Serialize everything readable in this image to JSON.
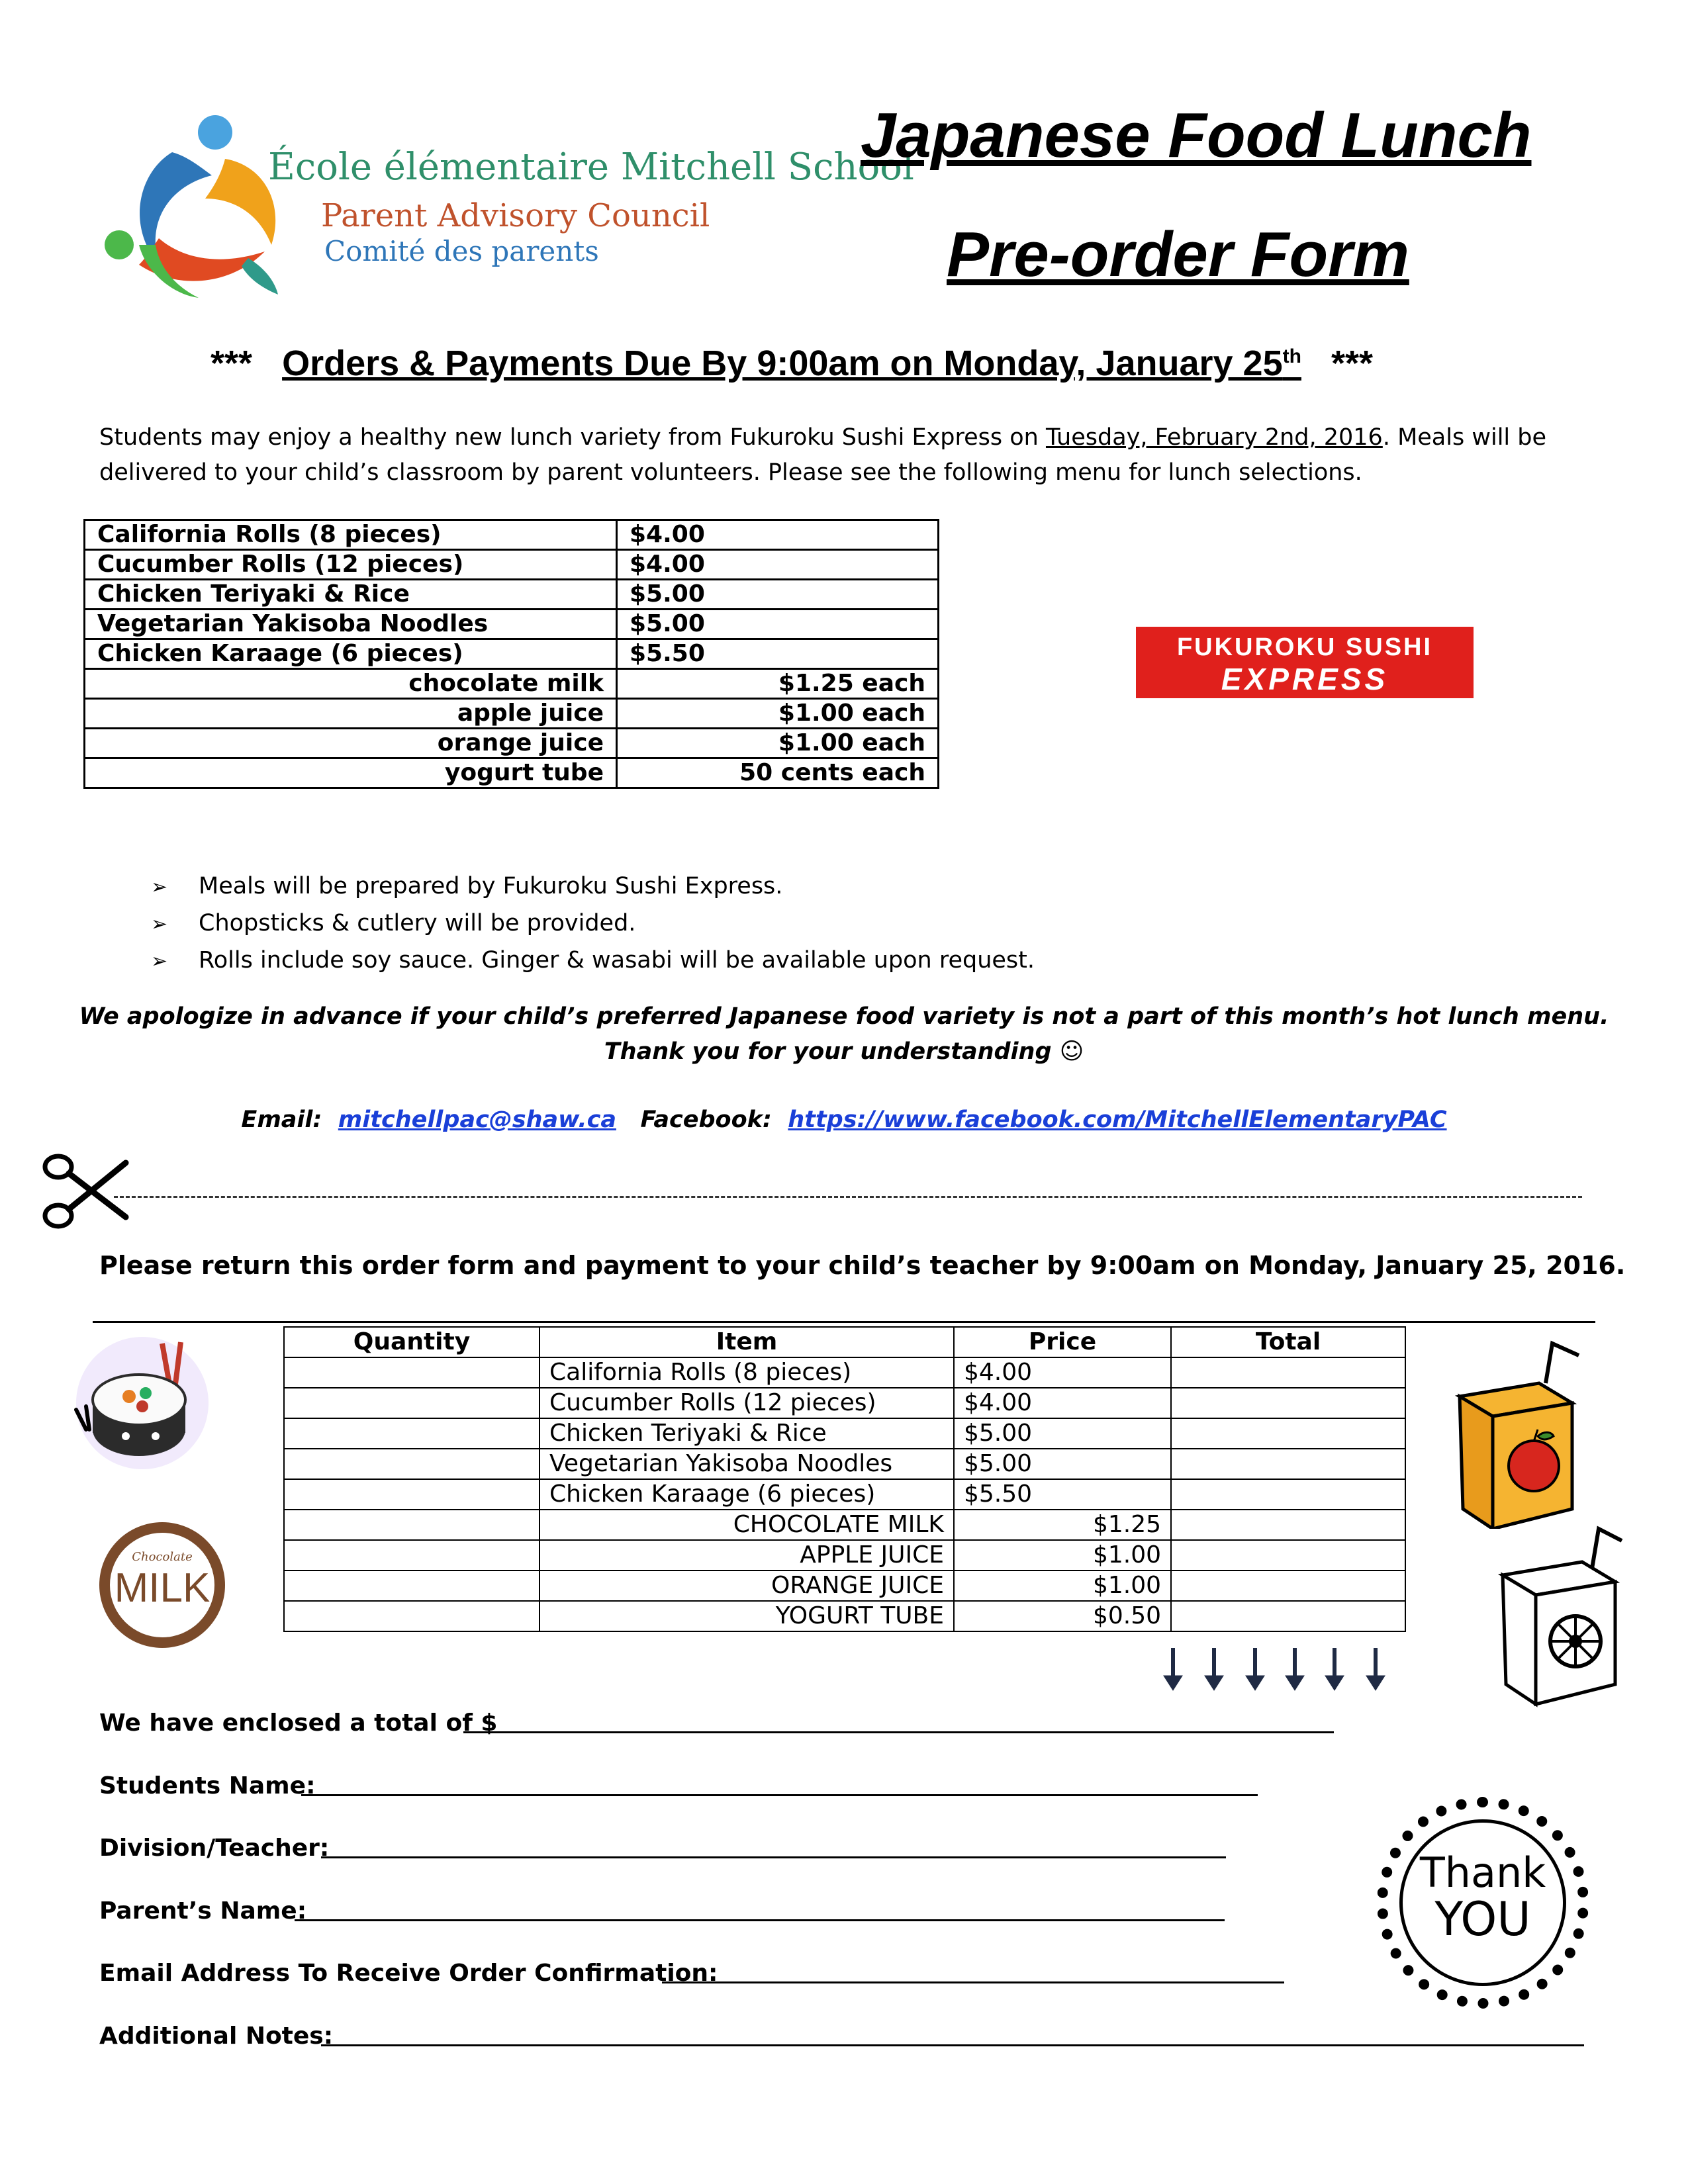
{
  "header": {
    "school_name": "École élémentaire Mitchell School",
    "pac": "Parent Advisory Council",
    "comite": "Comité des parents",
    "title_line1": "Japanese Food Lunch",
    "title_line2": "Pre-order Form"
  },
  "due": {
    "stars_left": "***",
    "text": "Orders & Payments Due By 9:00am on Monday, January 25",
    "sup": "th",
    "stars_right": "***"
  },
  "intro": {
    "part1": "Students may enjoy a healthy new lunch variety from Fukuroku Sushi Express on ",
    "date": "Tuesday, February 2nd, 2016",
    "part2": ".  Meals will be",
    "line2": "delivered to your child’s classroom by parent volunteers.  Please see the following menu for lunch selections."
  },
  "menu": {
    "items": [
      {
        "name": "California Rolls (8 pieces)",
        "price": "$4.00"
      },
      {
        "name": "Cucumber Rolls (12 pieces)",
        "price": "$4.00"
      },
      {
        "name": "Chicken Teriyaki & Rice",
        "price": "$5.00"
      },
      {
        "name": "Vegetarian Yakisoba Noodles",
        "price": "$5.00"
      },
      {
        "name": "Chicken Karaage (6 pieces)",
        "price": "$5.50"
      }
    ],
    "extras": [
      {
        "name": "chocolate milk",
        "price": "$1.25 each"
      },
      {
        "name": "apple juice",
        "price": "$1.00 each"
      },
      {
        "name": "orange juice",
        "price": "$1.00 each"
      },
      {
        "name": "yogurt tube",
        "price": "50 cents each"
      }
    ]
  },
  "logo_fukuroku": {
    "line1": "FUKUROKU SUSHI",
    "line2": "EXPRESS",
    "color": "#e0201c"
  },
  "bullets": [
    "Meals will be prepared by Fukuroku Sushi Express.",
    "Chopsticks & cutlery will be provided.",
    "Rolls include soy sauce.  Ginger & wasabi will be available upon request."
  ],
  "apology": {
    "line1": "We apologize in advance if your child’s preferred Japanese food variety is not a part of this month’s hot lunch menu.",
    "line2": "Thank you for your understanding ☺"
  },
  "contact": {
    "email_label": "Email:",
    "email": "mitchellpac@shaw.ca",
    "facebook_label": "Facebook:",
    "facebook": "https://www.facebook.com/MitchellElementaryPAC"
  },
  "return_note": "Please return this order form and payment to your child’s teacher by 9:00am on Monday, January 25, 2016.",
  "order": {
    "headers": [
      "Quantity",
      "Item",
      "Price",
      "Total"
    ],
    "rows": [
      {
        "item": "California Rolls (8 pieces)",
        "price": "$4.00",
        "align": "left"
      },
      {
        "item": "Cucumber Rolls (12 pieces)",
        "price": "$4.00",
        "align": "left"
      },
      {
        "item": "Chicken  Teriyaki & Rice",
        "price": "$5.00",
        "align": "left"
      },
      {
        "item": "Vegetarian Yakisoba Noodles",
        "price": "$5.00",
        "align": "left"
      },
      {
        "item": "Chicken Karaage (6 pieces)",
        "price": "$5.50",
        "align": "left"
      },
      {
        "item": "CHOCOLATE MILK",
        "price": "$1.25",
        "align": "right"
      },
      {
        "item": "APPLE JUICE",
        "price": "$1.00",
        "align": "right"
      },
      {
        "item": "ORANGE JUICE",
        "price": "$1.00",
        "align": "right"
      },
      {
        "item": "YOGURT TUBE",
        "price": "$0.50",
        "align": "right"
      }
    ]
  },
  "milk_badge": {
    "small": "Chocolate",
    "big": "MILK"
  },
  "fields": {
    "total": "We have enclosed a total of $",
    "student": "Students Name:",
    "division": "Division/Teacher:",
    "parent": "Parent’s Name:",
    "email": "Email Address To Receive Order Confirmation:",
    "notes": "Additional Notes:"
  },
  "thank_you": {
    "line1": "Thank",
    "line2": "YOU"
  },
  "icons": [
    "school-logo-icon",
    "scissors-icon",
    "sushi-icon",
    "milk-badge-icon",
    "apple-juice-box-icon",
    "orange-juice-box-icon",
    "down-arrow-icon",
    "thank-you-stamp-icon"
  ]
}
